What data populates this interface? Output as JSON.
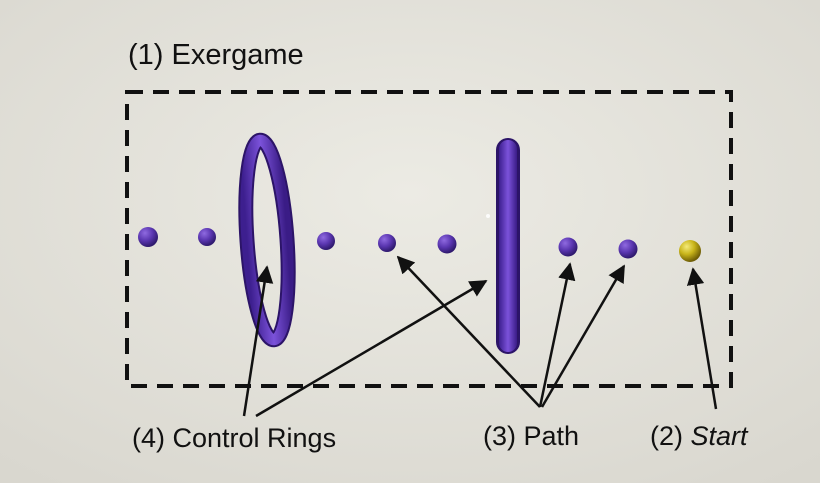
{
  "labels": {
    "exergame": "(1) Exergame",
    "start_prefix": "(2) ",
    "start_word": "Start",
    "path": "(3) Path",
    "control_rings": "(4) Control Rings"
  },
  "colors": {
    "background": "#e4e2da",
    "ring": "#5b34b8",
    "path_dot": "#5a36b0",
    "start_dot": "#c9b51a",
    "ink": "#111111"
  }
}
